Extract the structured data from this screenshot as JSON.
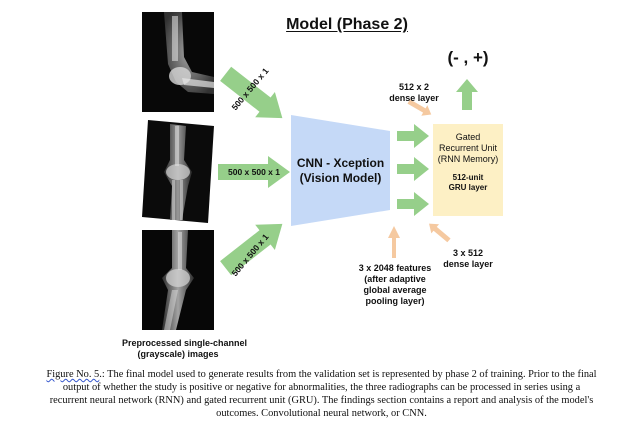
{
  "diagram": {
    "title": "Model (Phase 2)",
    "output_label": "(- , +)",
    "input_sizes": [
      "500 x 500 x 1",
      "500 x 500 x 1",
      "500 x 500 x 1"
    ],
    "input_caption_line1": "Preprocessed single-channel",
    "input_caption_line2": "(grayscale) images",
    "cnn_line1": "CNN - Xception",
    "cnn_line2": "(Vision Model)",
    "features_lines": [
      "3 x 2048 features",
      "(after adaptive",
      "global average",
      "pooling layer)"
    ],
    "dense_top_line1": "512 x 2",
    "dense_top_line2": "dense layer",
    "dense_bottom_line1": "3 x 512",
    "dense_bottom_line2": "dense layer",
    "gru_lines": [
      "Gated",
      "Recurrent Unit",
      "(RNN Memory)"
    ],
    "gru_sub_lines": [
      "512-unit",
      "GRU layer"
    ],
    "colors": {
      "arrow_green": "#96cf8a",
      "cnn_blue": "#c5d9f7",
      "gru_yellow": "#fdf0c5",
      "arrow_orange": "#f5c9a0"
    }
  },
  "caption": {
    "figure_label": "Figure No. 5",
    "figure_sep": ".:",
    "text_line1_rest": " The final model used to generate results from the validation set is represented by phase 2 of training. Prior to the final",
    "text_line2": "output of whether the study is positive or negative for abnormalities, the three radiographs can be processed in series using a",
    "text_line3": "recurrent neural network (RNN) and gated recurrent unit (GRU). The findings section contains a report and analysis of the model's",
    "text_line4": "outcomes. Convolutional neural network, or CNN."
  }
}
